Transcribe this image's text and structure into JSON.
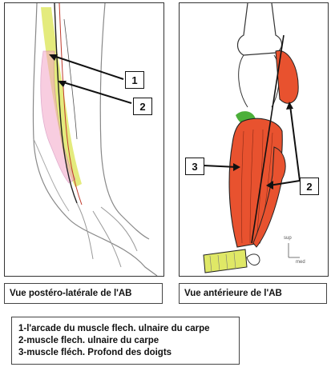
{
  "left_figure": {
    "caption": "Vue postéro-latérale de l'AB",
    "labels": [
      "1",
      "2"
    ]
  },
  "right_figure": {
    "caption": "Vue antérieure de l'AB",
    "labels": [
      "3",
      "2"
    ],
    "orientation": {
      "up": "sup",
      "side": "med"
    }
  },
  "legend": [
    "1-l'arcade du muscle flech. ulnaire du carpe",
    "2-muscle flech. ulnaire du carpe",
    "3-muscle fléch. Profond des doigts"
  ],
  "colors": {
    "muscle": "#e8522f",
    "tendon_yellow": "#dfe866",
    "nerve_pink": "#f4a6c8",
    "green_patch": "#4caf3a",
    "outline": "#222222"
  }
}
